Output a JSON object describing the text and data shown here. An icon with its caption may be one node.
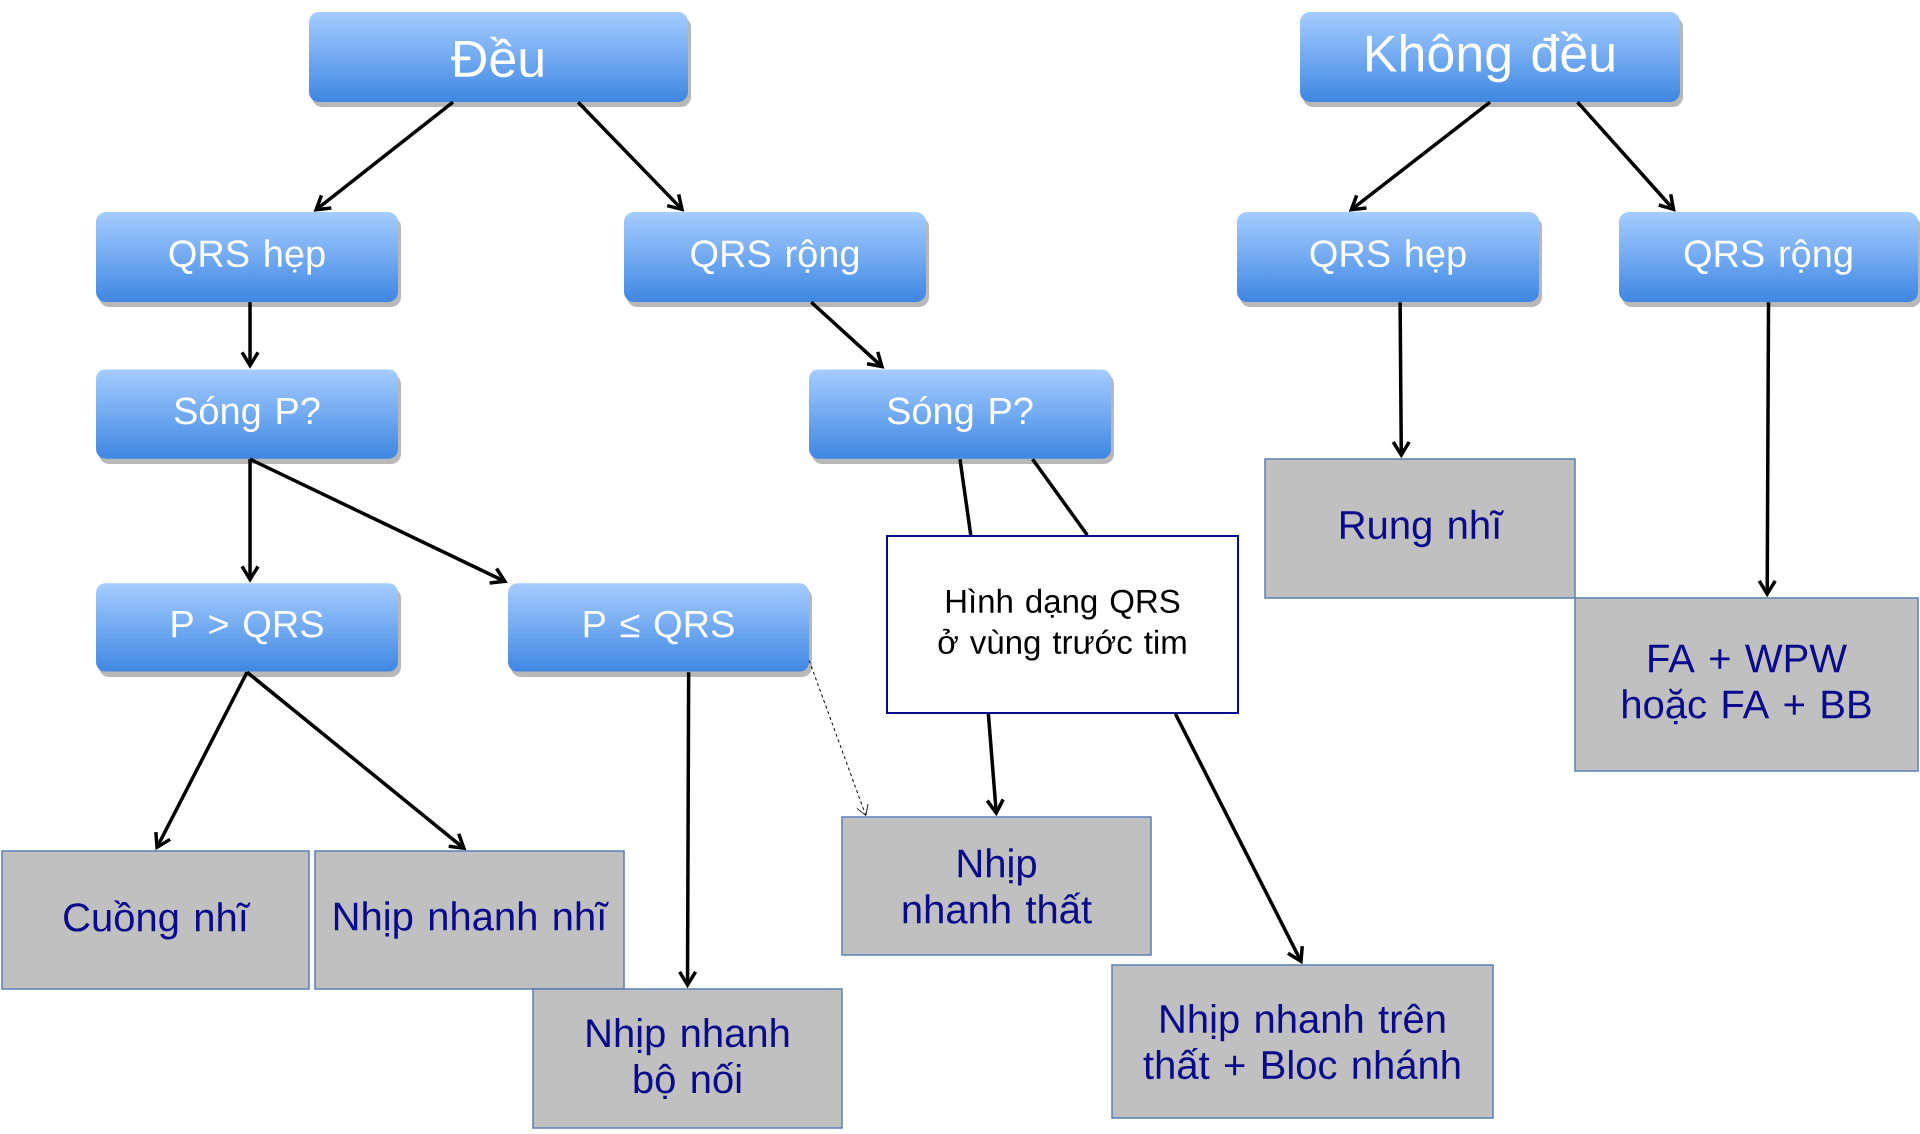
{
  "diagram": {
    "nodes": [
      {
        "text": [
          "Đều"
        ]
      },
      {
        "text": [
          "Không đều"
        ]
      },
      {
        "text": [
          "QRS hẹp"
        ]
      },
      {
        "text": [
          "QRS rộng"
        ]
      },
      {
        "text": [
          "QRS hẹp"
        ]
      },
      {
        "text": [
          "QRS rộng"
        ]
      },
      {
        "text": [
          "Sóng  P?"
        ]
      },
      {
        "text": [
          "Sóng  P?"
        ]
      },
      {
        "text": [
          "P > QRS"
        ]
      },
      {
        "text": [
          "P ≤ QRS"
        ]
      },
      {
        "text": [
          "Hình dạng QRS ở vùng trước tim"
        ]
      },
      {
        "text": [
          "Rung nhĩ"
        ]
      },
      {
        "text": [
          "FA + WPW hoặc FA + BB"
        ]
      },
      {
        "text": [
          "Cuồng nhĩ"
        ]
      },
      {
        "text": [
          "Nhịp nhanh nhĩ"
        ]
      },
      {
        "text": [
          "Nhịp nhanh thất"
        ]
      },
      {
        "text": [
          "Nhịp nhanh bộ nối"
        ]
      },
      {
        "text": [
          "Nhịp nhanh trên thất + Bloc nhánh"
        ]
      }
    ],
    "edges": [
      {
        "from": 0,
        "to": 2,
        "arrow": "to"
      },
      {
        "from": 0,
        "to": 3,
        "arrow": "to"
      },
      {
        "from": 1,
        "to": 4,
        "arrow": "to"
      },
      {
        "from": 1,
        "to": 5,
        "arrow": "to"
      },
      {
        "from": 2,
        "to": 6,
        "arrow": "to"
      },
      {
        "from": 3,
        "to": 7,
        "arrow": "to"
      },
      {
        "from": 6,
        "to": 8,
        "arrow": "to"
      },
      {
        "from": 6,
        "to": 9,
        "arrow": "to"
      },
      {
        "from": 8,
        "to": 13,
        "arrow": "to"
      },
      {
        "from": 8,
        "to": 14,
        "arrow": "to"
      },
      {
        "from": 9,
        "to": 16,
        "arrow": "to"
      },
      {
        "from": 9,
        "to": 15,
        "arrow": "to",
        "style": "dashed"
      },
      {
        "from": 7,
        "to": 10,
        "arrow": "none"
      },
      {
        "from": 7,
        "to": 10,
        "arrow": "none"
      },
      {
        "from": 10,
        "to": 15,
        "arrow": "to"
      },
      {
        "from": 10,
        "to": 17,
        "arrow": "to"
      },
      {
        "from": 4,
        "to": 11,
        "arrow": "to"
      },
      {
        "from": 5,
        "to": 12,
        "arrow": "to"
      }
    ]
  }
}
